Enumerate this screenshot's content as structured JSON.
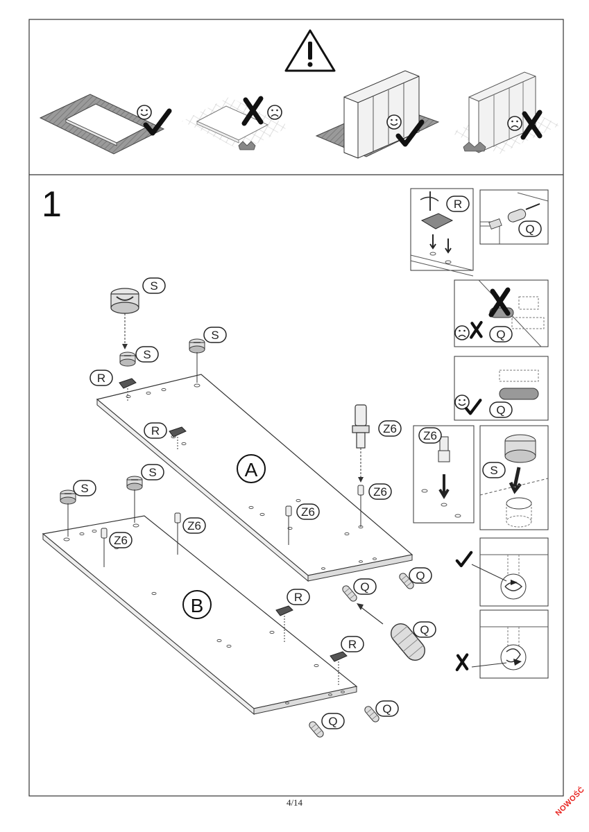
{
  "step": {
    "number": "1"
  },
  "panels": {
    "a_letter": "A",
    "b_letter": "B"
  },
  "parts": {
    "S": "S",
    "R": "R",
    "Q": "Q",
    "Z6": "Z6"
  },
  "page": {
    "number": "4/14"
  },
  "badge": {
    "text": "NOWOŚĆ",
    "color": "#e8231f"
  },
  "icons": [
    "warning-triangle-icon",
    "smiley-face-icon",
    "sad-face-icon",
    "check-mark-icon",
    "cross-mark-icon"
  ]
}
